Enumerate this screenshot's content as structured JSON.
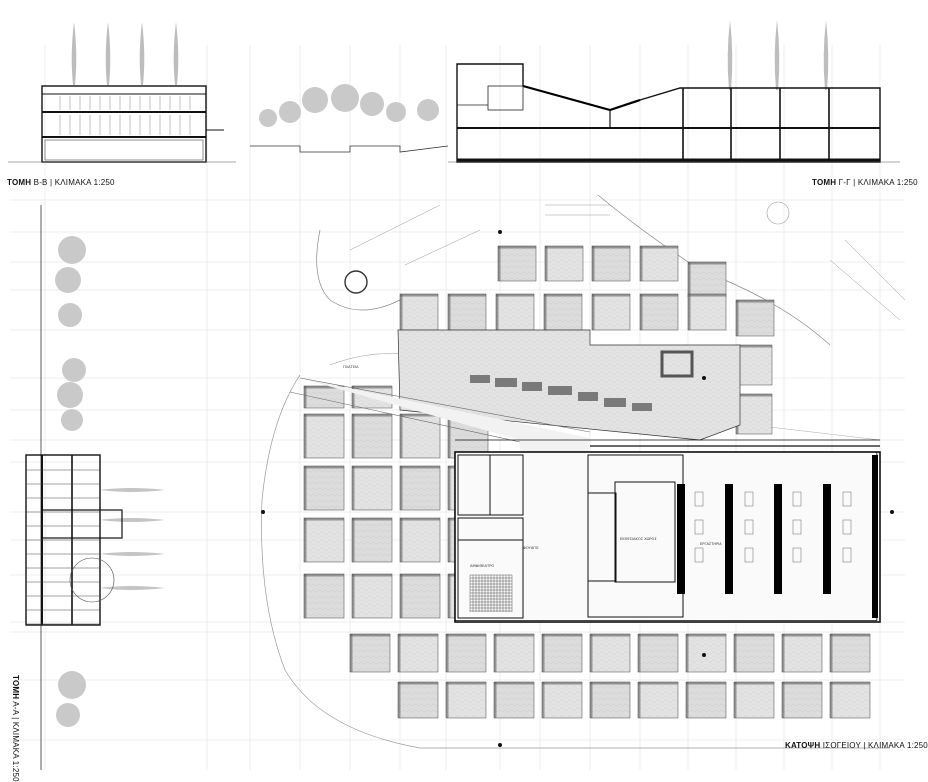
{
  "captions": {
    "section_bb_title": "ΤΟΜΗ",
    "section_bb_rest": "Β-Β | ΚΛΙΜΑΚΑ 1:250",
    "section_gg_title": "ΤΟΜΗ",
    "section_gg_rest": "Γ-Γ | ΚΛΙΜΑΚΑ 1:250",
    "section_aa_title": "ΤΟΜΗ",
    "section_aa_rest": "Α-Α | ΚΛΙΜΑΚΑ 1:250",
    "plan_title": "ΚΑΤΟΨΗ",
    "plan_rest": "ΙΣΟΓΕΙΟΥ | ΚΛΙΜΑΚΑ 1:250"
  },
  "room_labels": {
    "foyer": "ΦΟΥΑΓΙΕ",
    "exhibition": "ΕΚΘΕΣΙΑΚΟΣ ΧΩΡΟΣ",
    "amphitheater": "ΑΜΦΙΘΕΑΤΡΟ",
    "workshops": "ΕΡΓΑΣΤΗΡΙΑ",
    "plaza": "ΠΛΑΤΕΙΑ"
  },
  "colors": {
    "ink": "#1a1a1a",
    "cut": "#000000",
    "paving": "#d8d8d8",
    "paving_light": "#e6e6e6",
    "grid_line": "#c7c7c7",
    "tree": "#b9b9b9"
  }
}
